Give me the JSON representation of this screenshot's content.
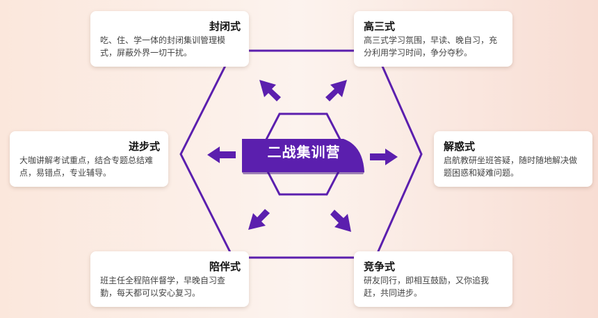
{
  "center": {
    "label": "二战集训营"
  },
  "colors": {
    "accent": "#5b1fae",
    "card_bg": "#ffffff"
  },
  "cards": [
    {
      "title": "封闭式",
      "desc": "吃、住、学一体的封闭集训管理模式，屏蔽外界一切干扰。"
    },
    {
      "title": "高三式",
      "desc": "高三式学习氛围，早读、晚自习，充分利用学习时间，争分夺秒。"
    },
    {
      "title": "进步式",
      "desc": "大咖讲解考试重点，结合专题总结难点，易错点，专业辅导。"
    },
    {
      "title": "解惑式",
      "desc": "启航教研坐班答疑，随时随地解决做题困惑和疑难问题。"
    },
    {
      "title": "陪伴式",
      "desc": "班主任全程陪伴督学，早晚自习查勤，每天都可以安心复习。"
    },
    {
      "title": "竞争式",
      "desc": "研友同行，即相互鼓励，又你追我赶，共同进步。"
    }
  ]
}
